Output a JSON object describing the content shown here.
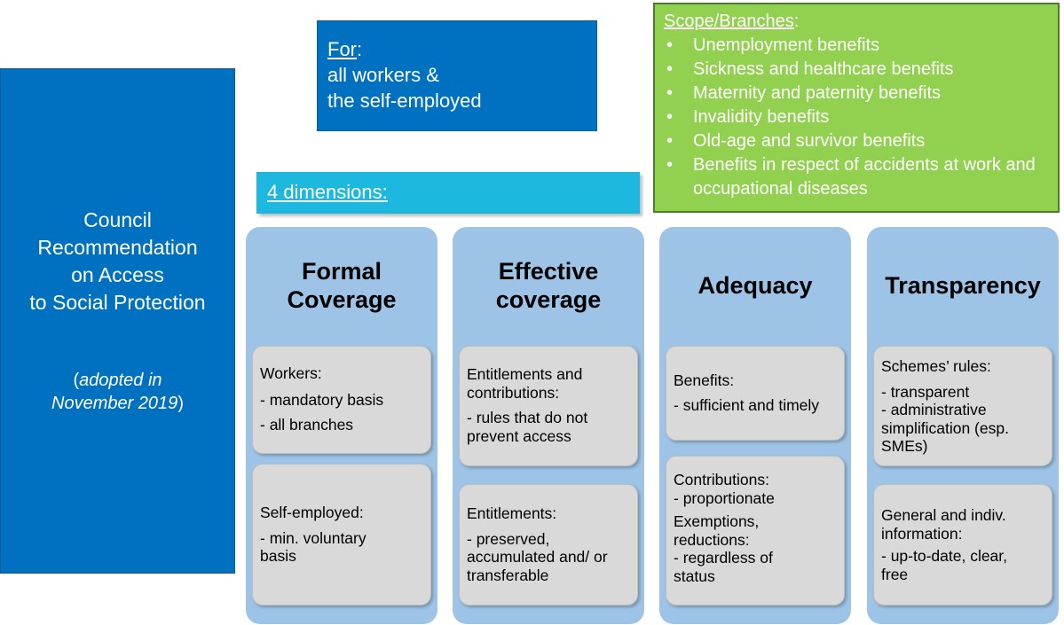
{
  "council": {
    "title_lines": [
      "Council",
      "Recommendation",
      "on Access",
      "to Social Protection"
    ],
    "adopted_open": "(",
    "adopted_line1": "adopted in",
    "adopted_line2": "November 2019",
    "adopted_close": ")"
  },
  "for_box": {
    "heading": "For",
    "heading_suffix": ":",
    "lines": [
      "all workers &",
      "the self-employed"
    ]
  },
  "scope": {
    "heading": "Scope/Branches",
    "heading_suffix": ":",
    "items": [
      "Unemployment benefits",
      "Sickness and healthcare benefits",
      "Maternity and paternity benefits",
      "Invalidity benefits",
      "Old-age and survivor benefits",
      "Benefits in respect of accidents at work and occupational diseases"
    ]
  },
  "dimensions_label": "4 dimensions:",
  "columns": [
    {
      "title_lines": [
        "Formal",
        "Coverage"
      ],
      "cards": [
        {
          "lines": [
            "Workers:",
            "- mandatory basis",
            "- all branches"
          ]
        },
        {
          "lines": [
            "Self-employed:",
            "- min. voluntary",
            "basis"
          ]
        }
      ]
    },
    {
      "title_lines": [
        "Effective",
        "coverage"
      ],
      "cards": [
        {
          "lines": [
            "Entitlements and",
            "contributions:",
            "- rules that do not",
            "prevent access"
          ]
        },
        {
          "lines": [
            "Entitlements:",
            "- preserved,",
            "accumulated and/ or",
            "transferable"
          ]
        }
      ]
    },
    {
      "title_lines": [
        "Adequacy"
      ],
      "cards": [
        {
          "lines": [
            "Benefits:",
            "- sufficient and timely"
          ]
        },
        {
          "lines": [
            "Contributions:",
            "- proportionate",
            "Exemptions,",
            "reductions:",
            "- regardless of",
            "status"
          ]
        }
      ]
    },
    {
      "title_lines": [
        "Transparency"
      ],
      "cards": [
        {
          "lines": [
            "Schemes’ rules:",
            "- transparent",
            "- administrative",
            "simplification (esp.",
            "SMEs)"
          ]
        },
        {
          "lines": [
            "General and indiv.",
            "information:",
            "- up-to-date, clear,",
            "free"
          ]
        }
      ]
    }
  ],
  "colors": {
    "dark_blue": "#0070c0",
    "green": "#92d050",
    "cyan": "#1cb8e0",
    "light_blue": "#9dc3e6",
    "card_grey": "#d9d9d9"
  }
}
